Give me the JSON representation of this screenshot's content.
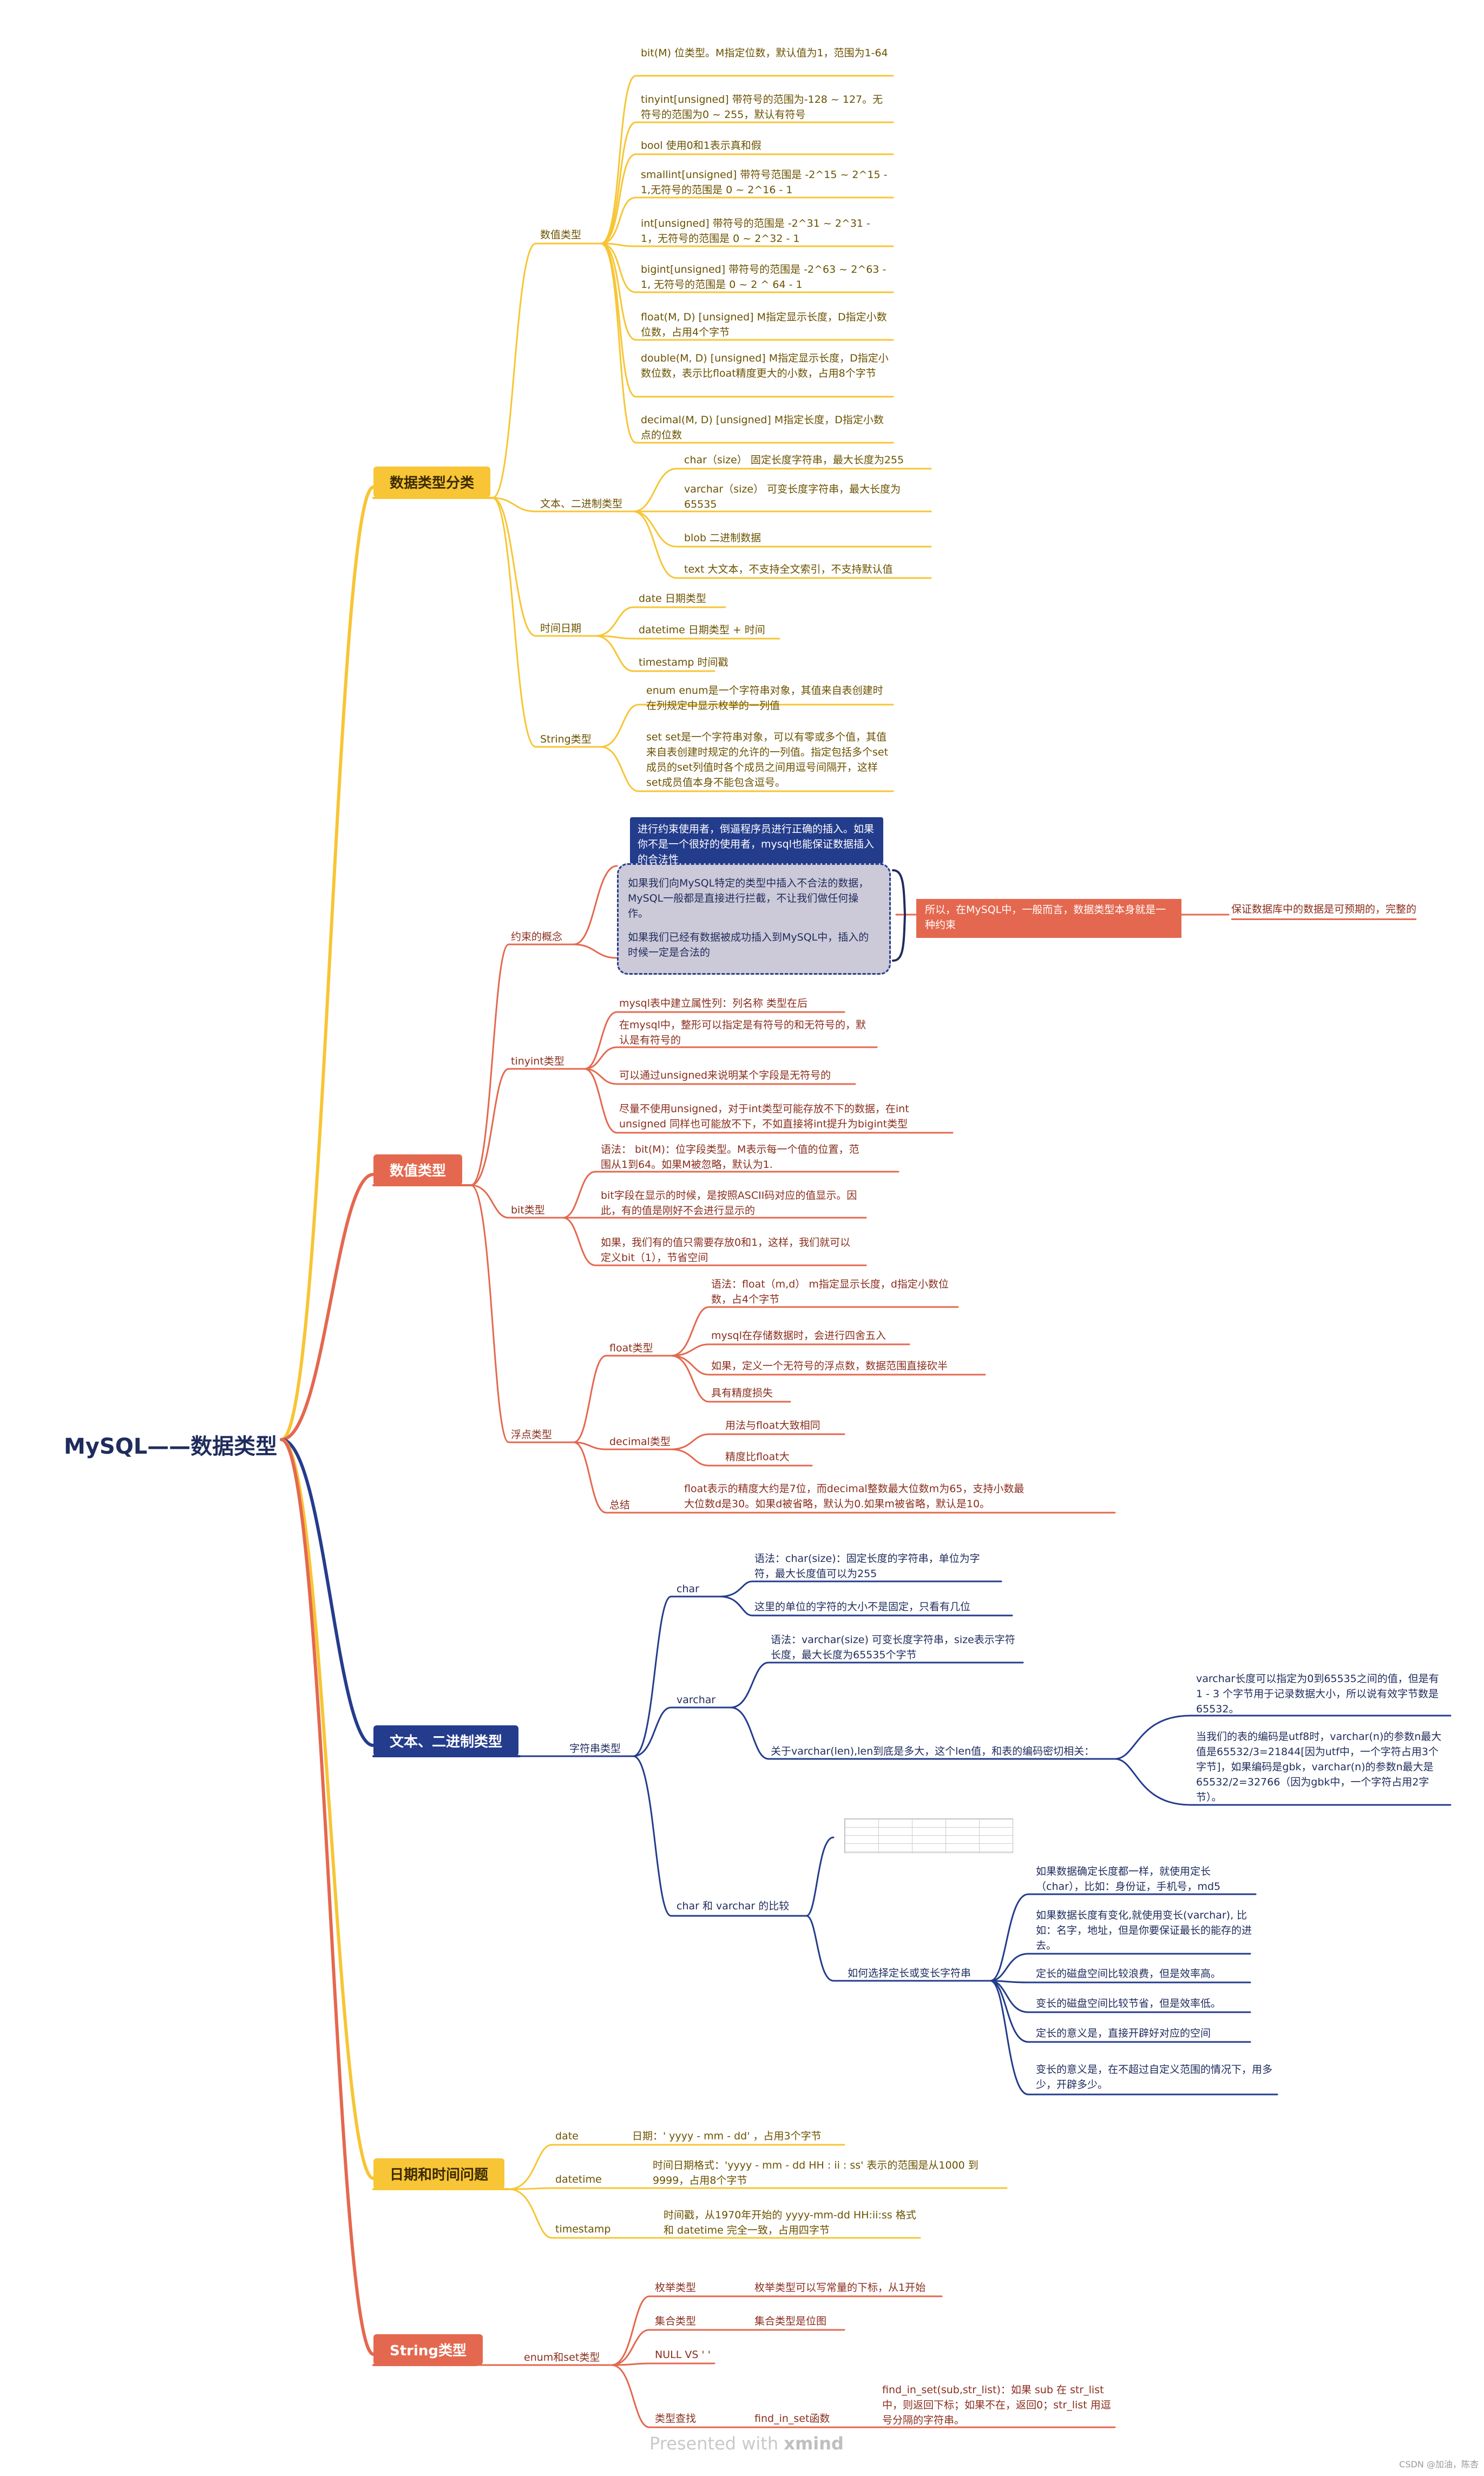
{
  "root": "MySQL——数据类型",
  "topics": {
    "t1": "数据类型分类",
    "t2": "数值类型",
    "t3": "文本、二进制类型",
    "t4": "日期和时间问题",
    "t5": "String类型"
  },
  "classification": {
    "numeric": "数值类型",
    "numeric_items": [
      "bit(M) 位类型。M指定位数，默认值为1，范围为1-64",
      "tinyint[unsigned] 带符号的范围为-128 ~ 127。无符号的范围为0 ~ 255，默认有符号",
      "bool 使用0和1表示真和假",
      "smallint[unsigned] 带符号范围是 -2^15 ~ 2^15 - 1,无符号的范围是 0 ~ 2^16 - 1",
      "int[unsigned] 带符号的范围是 -2^31 ~ 2^31 - 1，无符号的范围是 0 ~ 2^32 - 1",
      "bigint[unsigned] 带符号的范围是 -2^63 ~ 2^63 - 1, 无符号的范围是 0 ~ 2 ^ 64 - 1",
      "float(M, D) [unsigned] M指定显示长度，D指定小数位数，占用4个字节",
      "double(M, D) [unsigned] M指定显示长度，D指定小数位数，表示比float精度更大的小数，占用8个字节",
      "decimal(M, D) [unsigned] M指定长度，D指定小数点的位数"
    ],
    "text": "文本、二进制类型",
    "text_items": [
      "char（size） 固定长度字符串，最大长度为255",
      "varchar（size） 可变长度字符串，最大长度为65535",
      "blob 二进制数据",
      "text 大文本，不支持全文索引，不支持默认值"
    ],
    "date": "时间日期",
    "date_items": [
      "date 日期类型",
      "datetime 日期类型 + 时间",
      "timestamp 时间戳"
    ],
    "string": "String类型",
    "string_items": [
      "enum enum是一个字符串对象，其值来自表创建时在列规定中显示枚举的一列值",
      "set set是一个字符串对象，可以有零或多个值，其值来自表创建时规定的允许的一列值。指定包括多个set成员的set列值时各个成员之间用逗号间隔开，这样set成员值本身不能包含逗号。"
    ]
  },
  "numeric": {
    "constraint": "约束的概念",
    "constraint_dark": "进行约束使用者，倒逼程序员进行正确的插入。如果你不是一个很好的使用者，mysql也能保证数据插入的合法性",
    "constraint_box1": "如果我们向MySQL特定的类型中插入不合法的数据，MySQL一般都是直接进行拦截，不让我们做任何操作。",
    "constraint_box2": "如果我们已经有数据被成功插入到MySQL中，插入的时候一定是合法的",
    "constraint_summary": "所以，在MySQL中，一般而言，数据类型本身就是一种约束",
    "constraint_far": "保证数据库中的数据是可预期的，完整的",
    "tinyint": "tinyint类型",
    "tinyint_items": [
      "mysql表中建立属性列：列名称 类型在后",
      "在mysql中，整形可以指定是有符号的和无符号的，默认是有符号的",
      "可以通过unsigned来说明某个字段是无符号的",
      "尽量不使用unsigned，对于int类型可能存放不下的数据，在int unsigned 同样也可能放不下，不如直接将int提升为bigint类型"
    ],
    "bit": "bit类型",
    "bit_items": [
      "语法： bit(M)：位字段类型。M表示每一个值的位置，范围从1到64。如果M被忽略，默认为1.",
      "bit字段在显示的时候，是按照ASCII码对应的值显示。因此，有的值是刚好不会进行显示的",
      "如果，我们有的值只需要存放0和1，这样，我们就可以定义bit（1），节省空间"
    ],
    "floatgroup": "浮点类型",
    "float": "float类型",
    "float_items": [
      "语法：float（m,d） m指定显示长度，d指定小数位数，占4个字节",
      "mysql在存储数据时，会进行四舍五入",
      "如果，定义一个无符号的浮点数，数据范围直接砍半",
      "具有精度损失"
    ],
    "decimal": "decimal类型",
    "decimal_items": [
      "用法与float大致相同",
      "精度比float大"
    ],
    "summary": "总结",
    "summary_text": "float表示的精度大约是7位，而decimal整数最大位数m为65，支持小数最大位数d是30。如果d被省略，默认为0.如果m被省略，默认是10。"
  },
  "textbin": {
    "string_type": "字符串类型",
    "char": "char",
    "char_items": [
      "语法：char(size)：固定长度的字符串，单位为字符，最大长度值可以为255",
      "这里的单位的字符的大小不是固定，只看有几位"
    ],
    "varchar": "varchar",
    "varchar_syntax": "语法：varchar(size) 可变长度字符串，size表示字符长度，最大长度为65535个字节",
    "varchar_rel": "关于varchar(len),len到底是多大，这个len值，和表的编码密切相关：",
    "varchar_rel_items": [
      "varchar长度可以指定为0到65535之间的值，但是有1 - 3 个字节用于记录数据大小，所以说有效字节数是65532。",
      "当我们的表的编码是utf8时，varchar(n)的参数n最大值是65532/3=21844[因为utf中，一个字符占用3个字节]，如果编码是gbk，varchar(n)的参数n最大是65532/2=32766（因为gbk中，一个字符占用2字节）。"
    ],
    "compare": "char 和 varchar 的比较",
    "choose": "如何选择定长或变长字符串",
    "choose_items": [
      "如果数据确定长度都一样，就使用定长（char），比如：身份证，手机号，md5",
      "如果数据长度有变化,就使用变长(varchar), 比如：名字，地址，但是你要保证最长的能存的进去。",
      "定长的磁盘空间比较浪费，但是效率高。",
      "变长的磁盘空间比较节省，但是效率低。",
      "定长的意义是，直接开辟好对应的空间",
      "变长的意义是，在不超过自定义范围的情况下，用多少，开辟多少。"
    ]
  },
  "datetime": {
    "date": "date",
    "date_desc": "日期：' yyyy - mm - dd' ，占用3个字节",
    "datetime": "datetime",
    "datetime_desc": "时间日期格式：'yyyy - mm - dd HH : ii : ss' 表示的范围是从1000 到 9999，占用8个字节",
    "timestamp": "timestamp",
    "timestamp_desc": "时间戳，从1970年开始的 yyyy-mm-dd HH:ii:ss 格式和 datetime 完全一致，占用四字节"
  },
  "stringtype": {
    "enumset": "enum和set类型",
    "enum": "枚举类型",
    "enum_desc": "枚举类型可以写常量的下标，从1开始",
    "set": "集合类型",
    "set_desc": "集合类型是位图",
    "null": "NULL VS ' '",
    "find": "类型查找",
    "find_fn": "find_in_set函数",
    "find_desc": "find_in_set(sub,str_list)：如果 sub 在 str_list 中，则返回下标；如果不在，返回0；str_list 用逗号分隔的字符串。"
  },
  "footer": {
    "presented": "Presented with",
    "brand": "xmind"
  },
  "credit": "CSDN @加油，陈杏"
}
